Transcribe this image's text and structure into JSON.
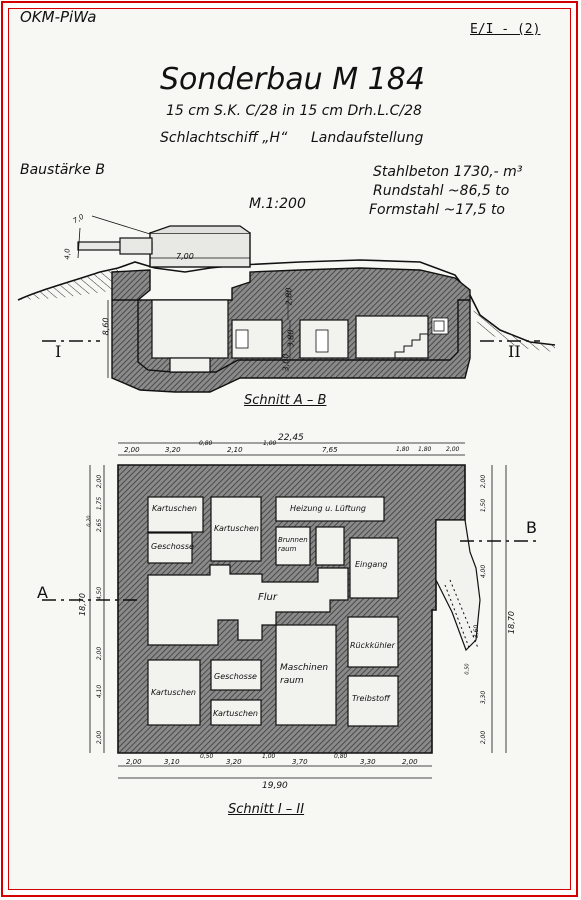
{
  "header": {
    "org": "OKM-PiWa",
    "sheet_ref": "E/I - (2)"
  },
  "title": {
    "main": "Sonderbau M 184",
    "line1": "15 cm S.K. C/28 in 15 cm Drh.L.C/28",
    "line2_left": "Schlachtschiff „H“",
    "line2_right": "Landaufstellung"
  },
  "specs": {
    "baustaerke": "Baustärke B",
    "scale": "M.1:200",
    "stahlbeton": "Stahlbeton 1730,- m³",
    "rundstahl": "Rundstahl ~86,5 to",
    "formstahl": "Formstahl ~17,5 to"
  },
  "section_ab": {
    "caption": "Schnitt A – B",
    "marker_left": "I",
    "marker_right": "II",
    "dims": {
      "turret_width": "7,00",
      "height_total": "8,60",
      "height_inner": "2,80",
      "height_room": "3,80",
      "elev": "3,00",
      "barrel_a": "7,0",
      "barrel_b": "4,0"
    }
  },
  "plan": {
    "caption": "Schnitt I – II",
    "marker_a": "A",
    "marker_b": "B",
    "rooms": {
      "kartuschen_tl": "Kartuschen",
      "kartuschen_tc": "Kartuschen",
      "geschosse_tl": "Geschosse",
      "heizung": "Heizung u. Lüftung",
      "brunnen": "Brunnen raum",
      "eingang": "Eingang",
      "flur": "Flur",
      "geschosse_bc": "Geschosse",
      "kartuschen_bl": "Kartuschen",
      "kartuschen_bc": "Kartuschen",
      "maschinen": "Maschinen raum",
      "rueckkuehler": "Rückkühler",
      "treibstoff": "Treibstoff"
    },
    "dims_top": {
      "overall": "22,45",
      "d1": "2,00",
      "d2": "3,20",
      "d3": "0,80",
      "d4": "2,10",
      "d5": "1,00",
      "d6": "7,65",
      "d7": "1,80",
      "d8": "1,80",
      "d9": "2,00"
    },
    "dims_bottom": {
      "overall": "19,90",
      "d1": "2,00",
      "d2": "3,10",
      "d3": "0,50",
      "d4": "3,20",
      "d5": "1,00",
      "d6": "3,70",
      "d7": "0,80",
      "d8": "3,30",
      "d9": "2,00"
    },
    "dims_left": {
      "overall": "18,70",
      "d1": "2,00",
      "d2": "1,75",
      "d3": "2,65",
      "d4": "0,20",
      "d5": "4,50",
      "d6": "2,00",
      "d7": "4,10",
      "d8": "2,00"
    },
    "dims_right": {
      "overall": "18,70",
      "d1": "2,00",
      "d2": "1,50",
      "d3": "4,00",
      "d4": "3,60",
      "d5": "0,50",
      "d6": "3,30",
      "d7": "2,00"
    }
  }
}
